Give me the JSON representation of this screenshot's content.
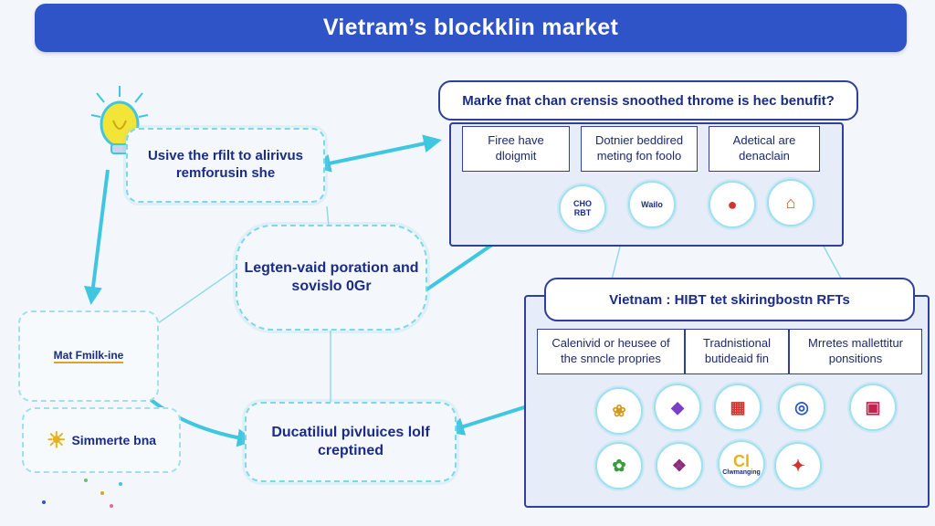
{
  "header": {
    "title": "Vietram’s blockklin market"
  },
  "left_blob": {
    "text": "Usive the rfilt to alirivus remforusin she"
  },
  "center_blob": {
    "text": "Legten-vaid poration and sovislo 0Gr"
  },
  "lower_blob": {
    "text": "Ducatiliul pivluices lolf creptined"
  },
  "left_cards": [
    {
      "text": "Mat Fmilk-ine"
    },
    {
      "text": "Simmerte bna"
    }
  ],
  "top_panel": {
    "heading": "Marke fnat chan crensis snoothed throme is hec benufit?",
    "cells": [
      {
        "line1": "Firee have",
        "line2": "dloigmit"
      },
      {
        "line1": "Dotnier beddired",
        "line2": "meting fon foolo"
      },
      {
        "line1": "Adetical are",
        "line2": "denaclain"
      }
    ],
    "logos": [
      {
        "name": "cho-rbt-logo",
        "top": "CHO",
        "bottom": "RBT"
      },
      {
        "name": "wallo-logo",
        "top": "Wailo",
        "bottom": ""
      },
      {
        "name": "red-seal-logo",
        "top": "●",
        "bottom": ""
      },
      {
        "name": "temple-logo",
        "top": "⌂",
        "bottom": ""
      }
    ]
  },
  "bottom_panel": {
    "heading": "Vietnam : HIBT tet skiringbostn RFTs",
    "cells": [
      {
        "line1": "Calenivid or heusee of",
        "line2": "the snncle propries"
      },
      {
        "line1": "Tradnistional",
        "line2": "butideaid fin"
      },
      {
        "line1": "Mrretes mallettitur",
        "line2": "ponsitions"
      }
    ],
    "logos_row1": [
      "❀",
      "◆",
      "▦",
      "◎",
      "▣"
    ],
    "logos_row2": [
      "✿",
      "❖",
      "Cl",
      "✦"
    ],
    "logo_row2_label": "Clwmanging"
  },
  "colors": {
    "title_bg": "#2f54c8",
    "arrow": "#3fc6e0",
    "panel_border": "#2f3f9a",
    "text_dark": "#1a2c86"
  }
}
